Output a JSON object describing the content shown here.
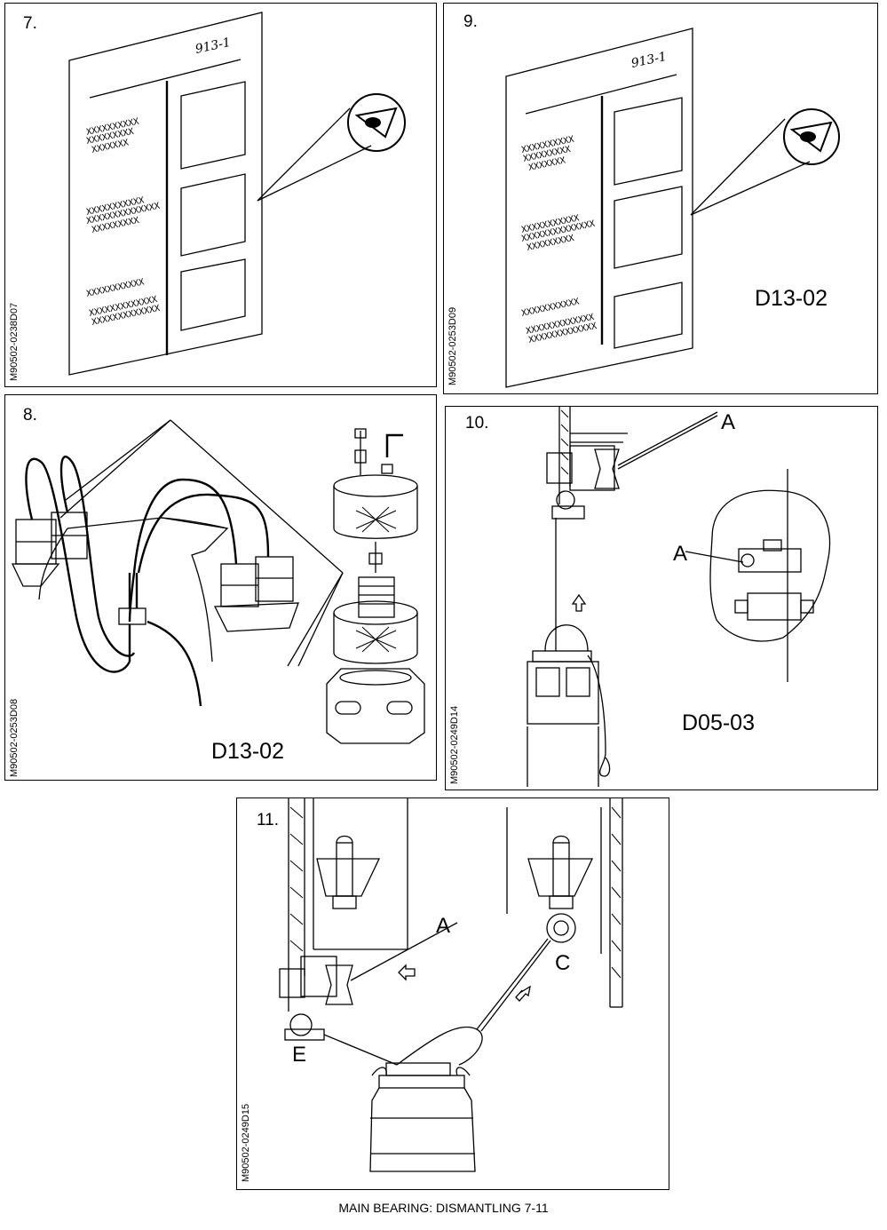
{
  "panels": [
    {
      "number": "7.",
      "code": "M90502-0238D07"
    },
    {
      "number": "9.",
      "code": "M90502-0253D09",
      "ref": "D13-02"
    },
    {
      "number": "8.",
      "code": "M90502-0253D08",
      "ref": "D13-02"
    },
    {
      "number": "10.",
      "code": "M90502-0249D14",
      "ref": "D05-03",
      "labels": [
        "A",
        "A"
      ]
    },
    {
      "number": "11.",
      "code": "M90502-0249D15",
      "labels": [
        "A",
        "C",
        "E"
      ]
    }
  ],
  "form_label": "913-1",
  "placeholder_text": [
    "XXXXXXXXXX",
    "XXXXXXXXX",
    "XXXXXXX",
    "XXXXXXXXXXX",
    "XXXXXXXXXXXXXX",
    "XXXXXXXXX",
    "XXXXXXXXXXX",
    "XXXXXXXXXXXXX",
    "XXXXXXXXXXXXX"
  ],
  "caption": "MAIN BEARING: DISMANTLING 7-11"
}
